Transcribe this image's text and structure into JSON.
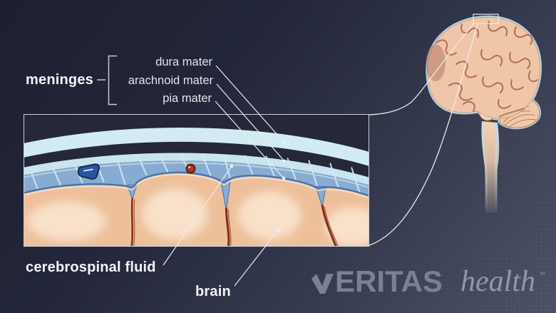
{
  "labels": {
    "meninges": "meninges",
    "layers": [
      {
        "id": "dura",
        "label": "dura mater"
      },
      {
        "id": "arachnoid",
        "label": "arachnoid mater"
      },
      {
        "id": "pia",
        "label": "pia mater"
      }
    ],
    "csf": "cerebrospinal fluid",
    "brain": "brain"
  },
  "logo": {
    "brand_initial": "V",
    "brand_rest": "ERITAS",
    "word": "health",
    "tm": "™"
  },
  "colors": {
    "background_top_left": "#1d2030",
    "background_bottom_right": "#4d5166",
    "label_text": "#f2f4f7",
    "secondary_label_text": "#e2e5ec",
    "leader_line": "#e9ecf1",
    "inset_border": "#ccd0d8",
    "inset_background": "#242838",
    "dura_mater": "#d2ebf3",
    "arachnoid_mater": "#c7e4f0",
    "subarachnoid_csf": "#88abd1",
    "trabecula": "#d6e9f4",
    "pia_mater": "#4a74ad",
    "gyrus": "#edc09a",
    "gyrus_highlight": "#fae6d2",
    "sulcus": "#7e2d1d",
    "vein": "#2b55a3",
    "artery": "#a83c28",
    "brain_surface": "#f0c6a8",
    "brain_gyri_lines": "#a2593f",
    "meninges_rim": "#b9dcea",
    "logo_brand": "#7b8095",
    "logo_word": "#9297aa"
  }
}
